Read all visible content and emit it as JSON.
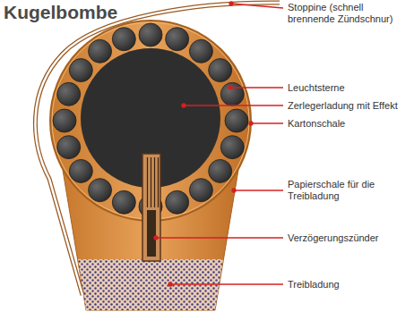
{
  "diagram": {
    "title": "Kugelbombe",
    "labels": [
      "Stoppine (schnell brennende Zündschnur)",
      "Leuchtsterne",
      "Zerlegerladung mit Effekt",
      "Kartonschale",
      "Papierschale für die Treibladung",
      "Verzögerungszünder",
      "Treibladung"
    ]
  }
}
